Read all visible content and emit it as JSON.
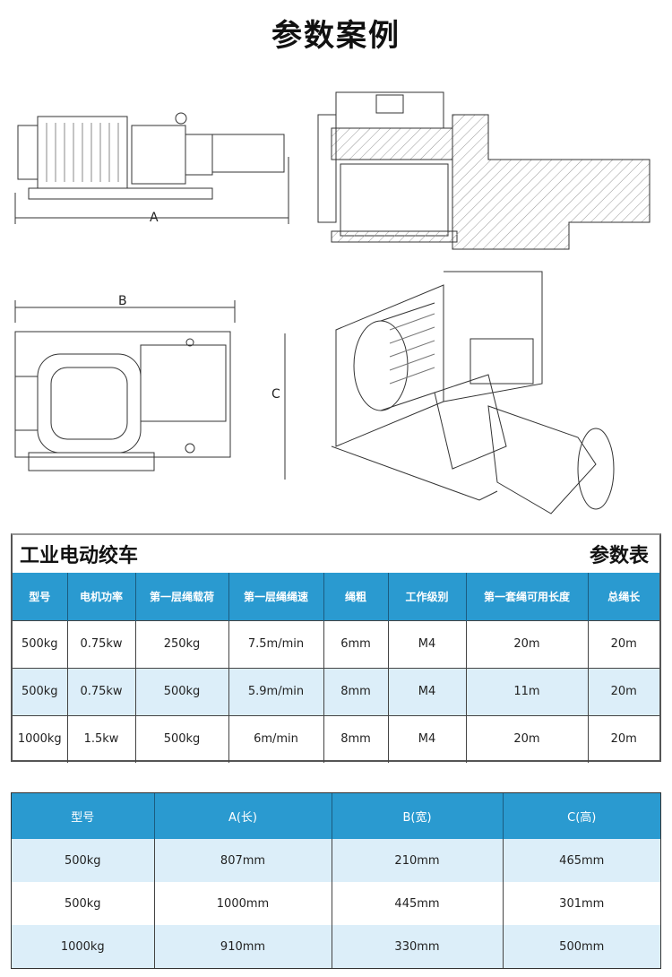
{
  "title": "参数案例",
  "drawing_labels": {
    "a": "A",
    "b": "B",
    "c": "C"
  },
  "table1": {
    "title_left": "工业电动绞车",
    "title_right": "参数表",
    "headers": [
      "型号",
      "电机功率",
      "第一层绳载荷",
      "第一层绳绳速",
      "绳粗",
      "工作级别",
      "第一套绳可用长度",
      "总绳长"
    ],
    "rows": [
      [
        "500kg",
        "0.75kw",
        "250kg",
        "7.5m/min",
        "6mm",
        "M4",
        "20m",
        "20m"
      ],
      [
        "500kg",
        "0.75kw",
        "500kg",
        "5.9m/min",
        "8mm",
        "M4",
        "11m",
        "20m"
      ],
      [
        "1000kg",
        "1.5kw",
        "500kg",
        "6m/min",
        "8mm",
        "M4",
        "20m",
        "20m"
      ]
    ]
  },
  "table2": {
    "headers": [
      "型号",
      "A(长)",
      "B(宽)",
      "C(高)"
    ],
    "rows": [
      [
        "500kg",
        "807mm",
        "210mm",
        "465mm"
      ],
      [
        "500kg",
        "1000mm",
        "445mm",
        "301mm"
      ],
      [
        "1000kg",
        "910mm",
        "330mm",
        "500mm"
      ]
    ]
  },
  "colors": {
    "header_blue": "#2a9ad0",
    "row_alt": "#dceef9"
  }
}
